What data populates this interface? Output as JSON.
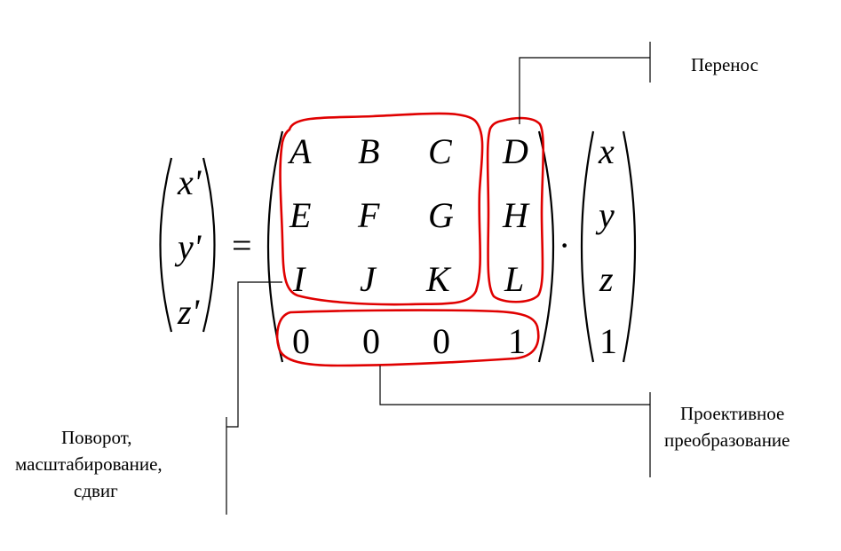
{
  "equation": {
    "lhs": [
      "x'",
      "y'",
      "z'"
    ],
    "equals": "=",
    "matrix": [
      [
        "A",
        "B",
        "C",
        "D"
      ],
      [
        "E",
        "F",
        "G",
        "H"
      ],
      [
        "I",
        "J",
        "K",
        "L"
      ],
      [
        "0",
        "0",
        "0",
        "1"
      ]
    ],
    "dot": "·",
    "vector": [
      "x",
      "y",
      "z",
      "1"
    ]
  },
  "annotations": {
    "translation": "Перенос",
    "projective": [
      "Проективное",
      "преобразование"
    ],
    "rotation": [
      "Поворот,",
      "масштабирование,",
      "сдвиг"
    ]
  },
  "colors": {
    "highlight": "#e00000",
    "ink": "#000000",
    "background": "#ffffff"
  }
}
